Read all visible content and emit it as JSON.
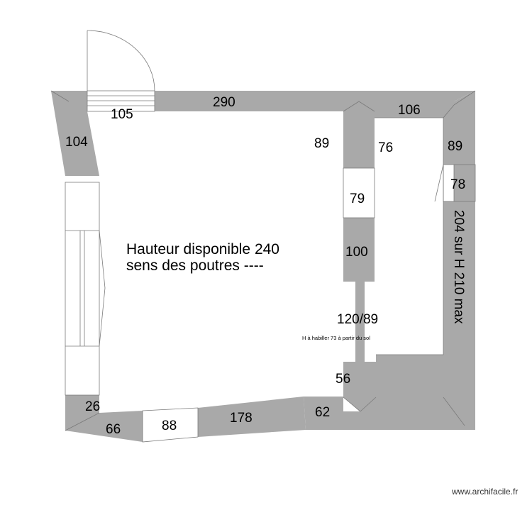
{
  "colors": {
    "wall": "#a9a9a9",
    "background": "#ffffff",
    "line": "#6f6f6f"
  },
  "labels": {
    "door_105": "105",
    "wall_290": "290",
    "wall_106": "106",
    "wall_104": "104",
    "wall_89_left": "89",
    "wall_76": "76",
    "wall_89_right": "89",
    "opening_79": "79",
    "opening_78": "78",
    "wall_100": "100",
    "wall_204": "204 sur H 210 max",
    "wall_120_89": "120/89",
    "wall_56": "56",
    "wall_26": "26",
    "wall_66": "66",
    "window_88": "88",
    "wall_178": "178",
    "wall_62": "62"
  },
  "notes": {
    "height": "Hauteur disponible 240",
    "beams": "sens des poutres ----",
    "finish": "H à habiller 73 à partir du sol"
  },
  "credit": "www.archifacile.fr"
}
